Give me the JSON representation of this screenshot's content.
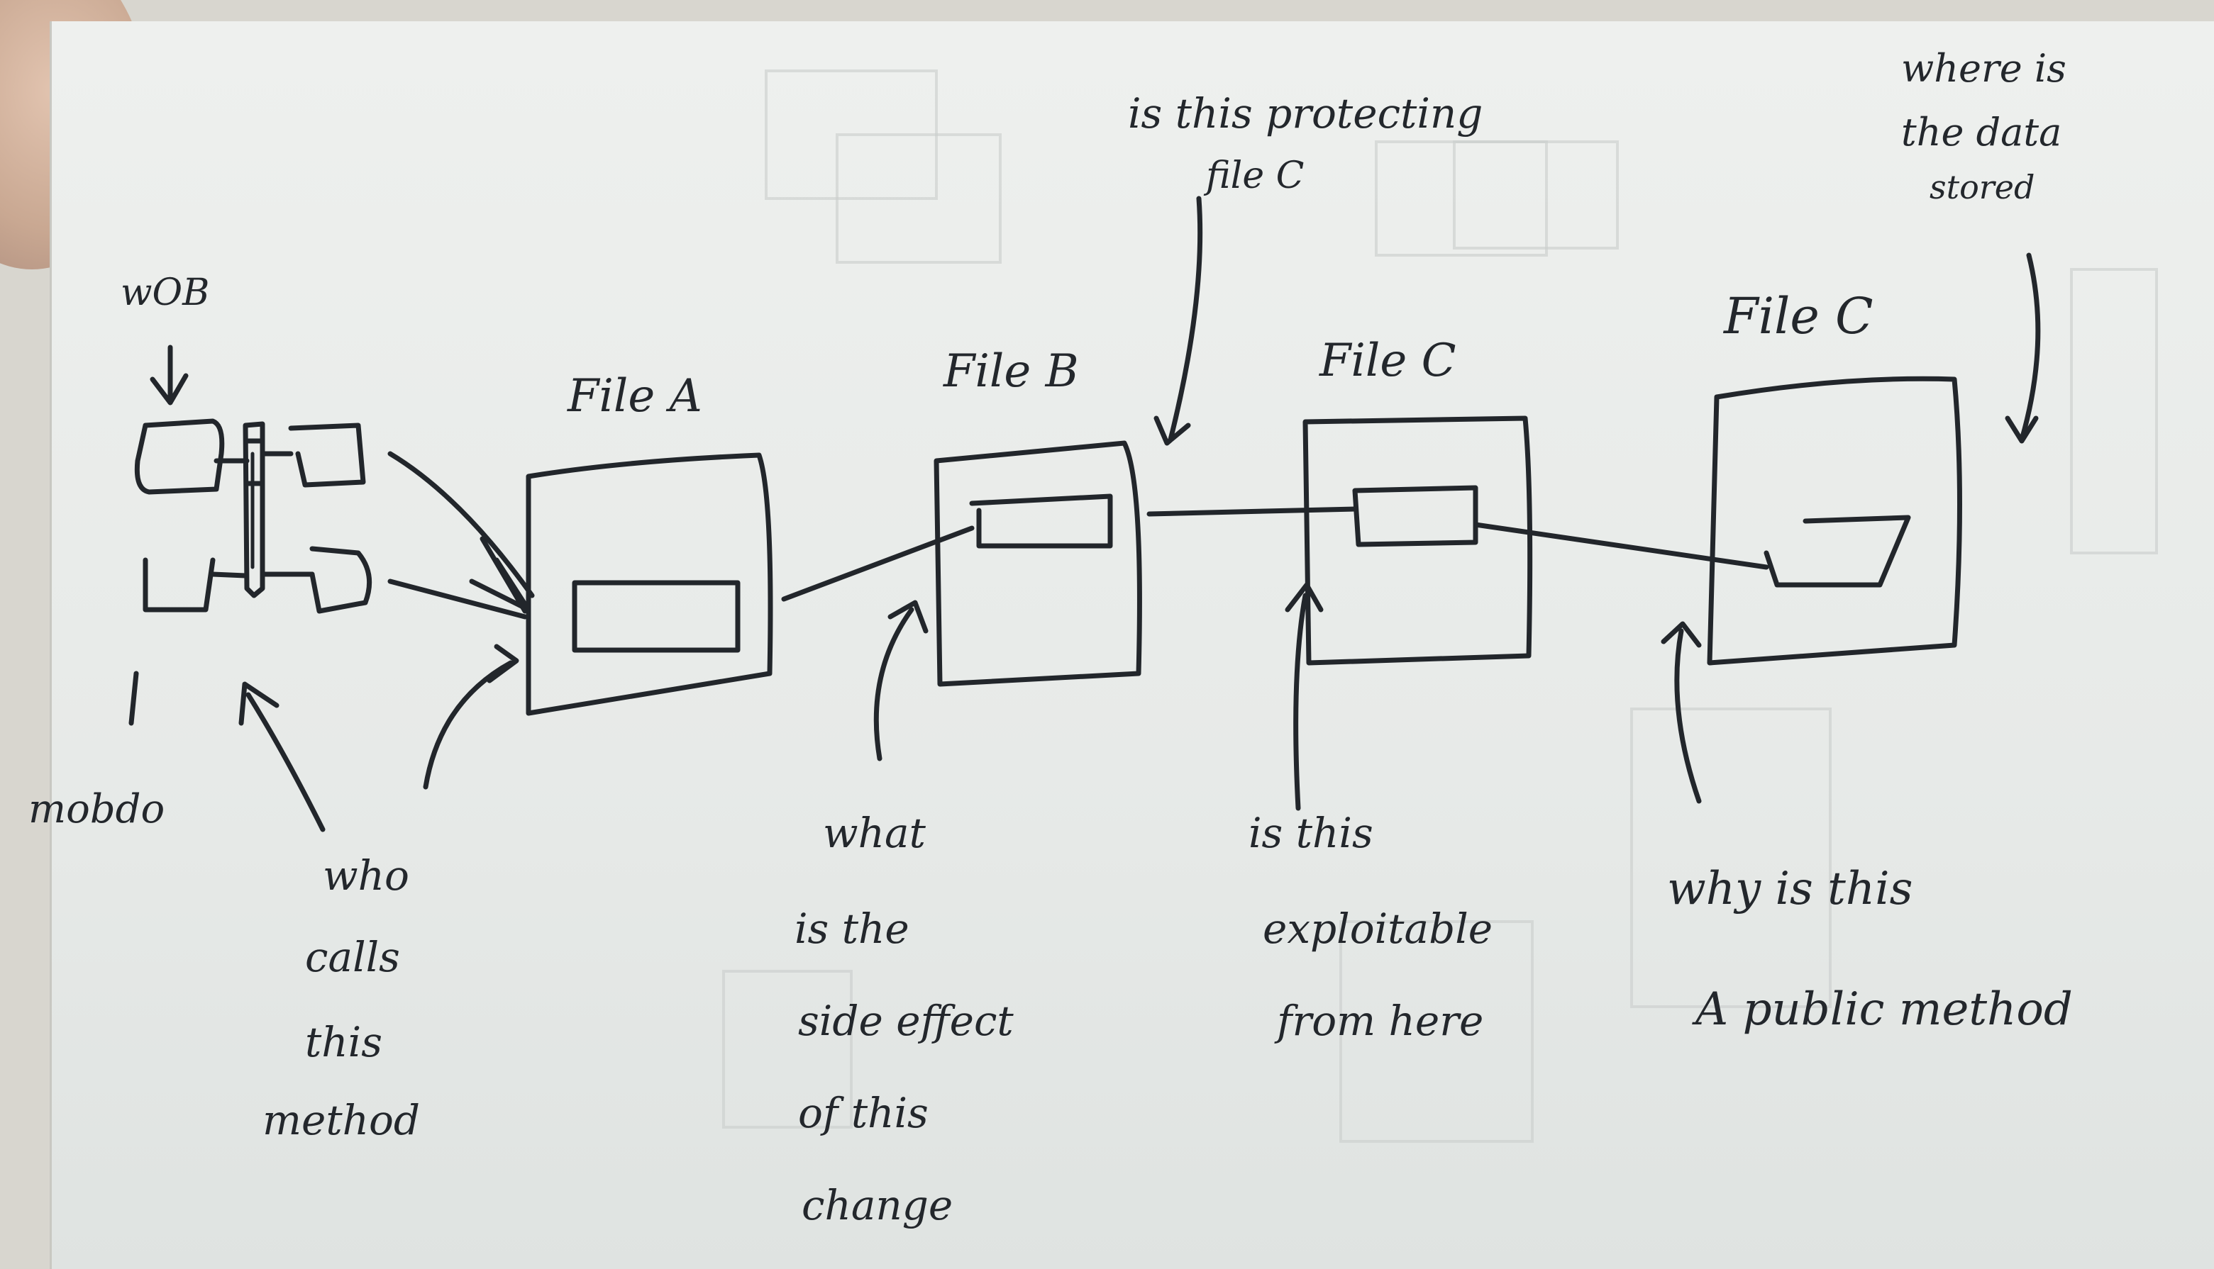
{
  "labels": {
    "web": "wOB",
    "mobile": "mobdo",
    "file_a": "File A",
    "file_b": "File B",
    "file_c1": "File C",
    "file_c2": "File C"
  },
  "questions": {
    "q1": [
      "who",
      "calls",
      "this",
      "method"
    ],
    "q2": [
      "what",
      "is the",
      "side effect",
      "of this",
      "change"
    ],
    "q3": [
      "is this protecting",
      "file C"
    ],
    "q4": [
      "is this",
      "exploitable",
      "from here"
    ],
    "q5": [
      "why is this",
      "A public method"
    ],
    "q6": [
      "where is",
      "the data",
      "stored"
    ]
  }
}
